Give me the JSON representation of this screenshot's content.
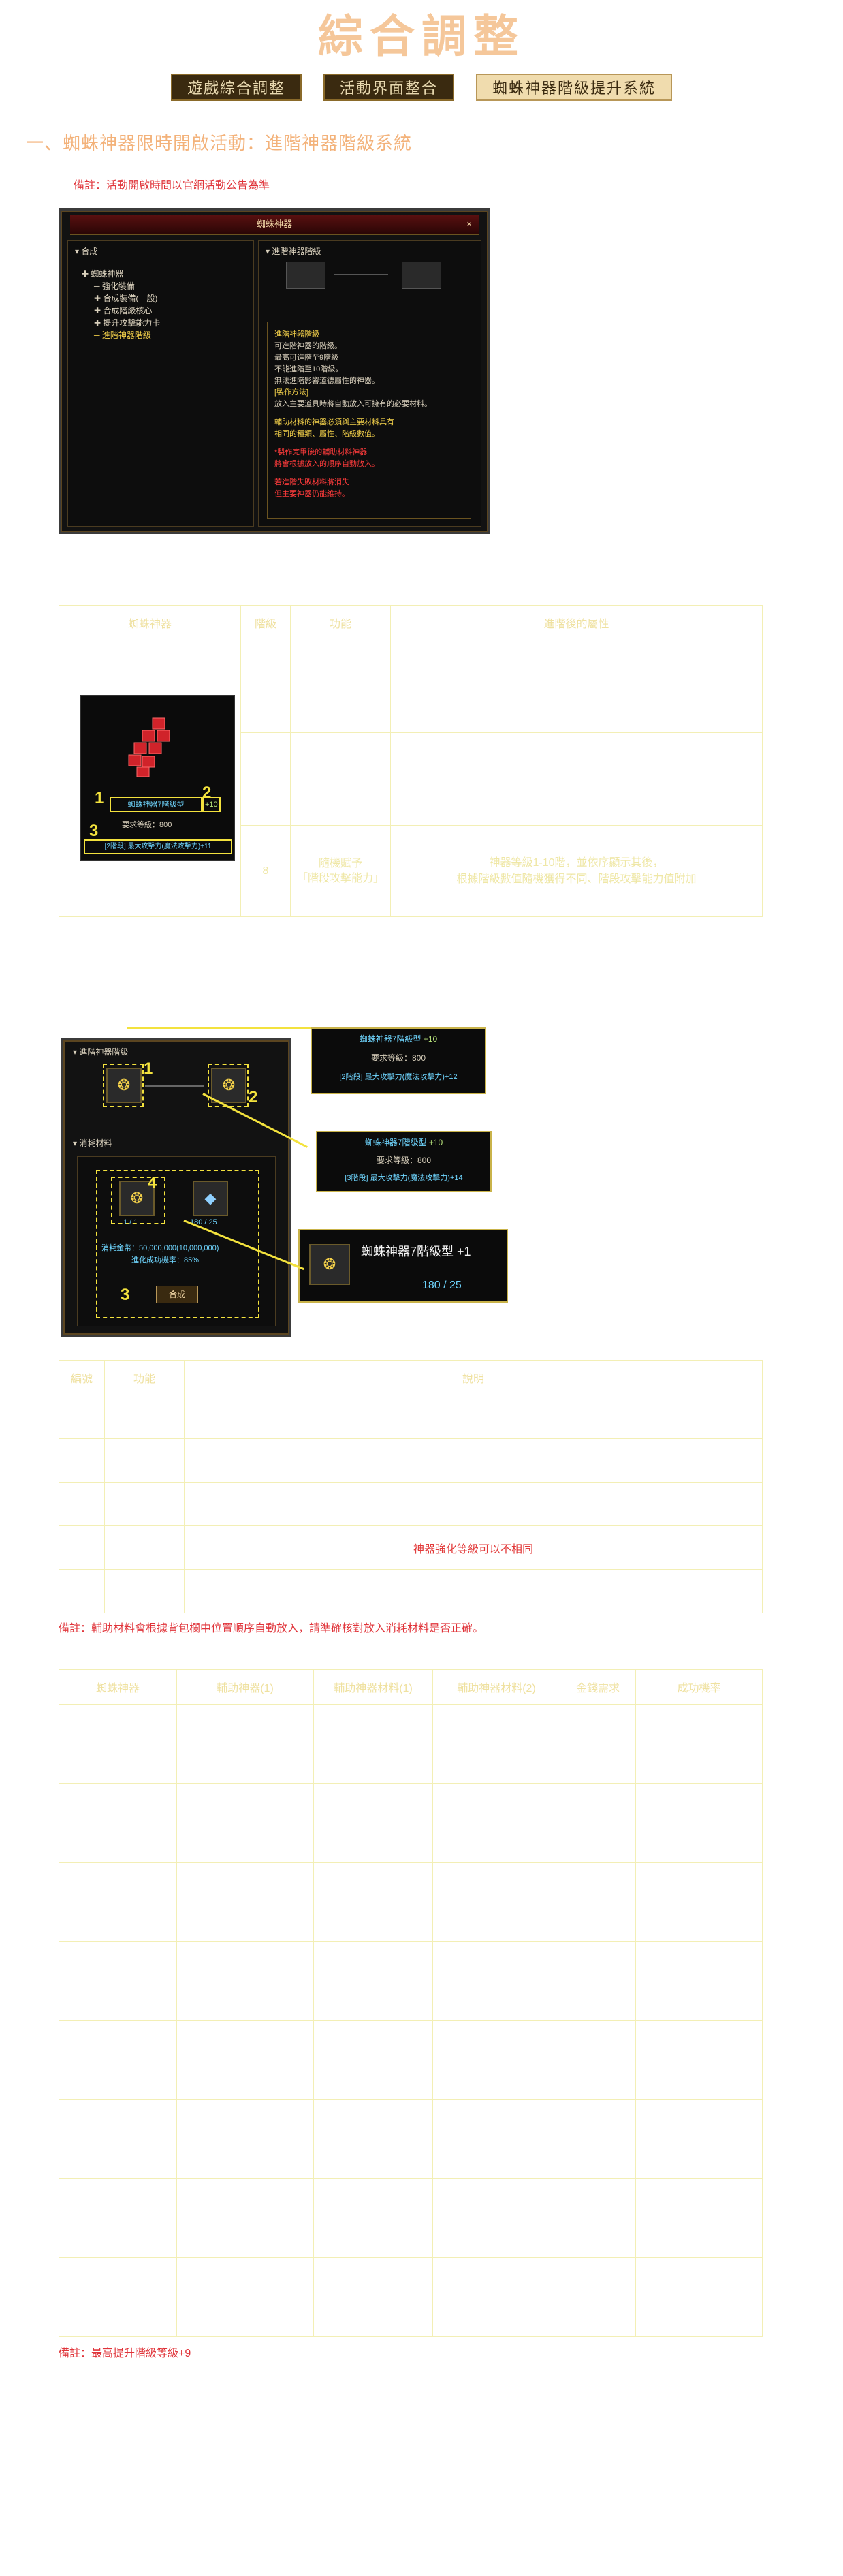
{
  "page": {
    "title": "綜合調整",
    "tabs": [
      "遊戲綜合調整",
      "活動界面整合",
      "蜘蛛神器階級提升系統"
    ],
    "active_tab": 2,
    "section_heading": "一、蜘蛛神器限時開啟活動：進階神器階級系統",
    "note_top": "備註：活動開啟時間以官網活動公告為準",
    "note_mid": "備註：輔助材料會根據背包欄中位置順序自動放入，請準確核對放入消耗材料是否正確。",
    "note_bottom": "備註：最高提升階級等級+9"
  },
  "window1": {
    "title": "蜘蛛神器",
    "close": "×",
    "left_header": "合成",
    "tree": [
      "蜘蛛神器",
      "強化裝備",
      "合成裝備(一般)",
      "合成階級核心",
      "提升攻擊能力卡",
      "進階神器階級"
    ],
    "right_header": "進階神器階級",
    "desc_lines": [
      "進階神器階級",
      "可進階神器的階級。",
      "最高可進階至9階級",
      "不能進階至10階級。",
      "無法進階影響道德屬性的神器。",
      "[製作方法]",
      "放入主要道具時將自動放入可擁有的必要材料。",
      "",
      "輔助材料的神器必須與主要材料具有",
      "相同的種類、屬性、階級數值。",
      "",
      "*製作完畢後的輔助材料神器",
      "將會根據放入的順序自動放入。",
      "",
      "若進階失敗材料將消失",
      "但主要神器仍能維持。"
    ]
  },
  "table1": {
    "headers": [
      "蜘蛛神器",
      "階級",
      "功能",
      "進階後的屬性"
    ],
    "row3": {
      "level": "8",
      "func": "隨機賦予\n「階段攻擊能力」",
      "attr": "神器等級1-10階，並依序顯示其後，\n根據階級數值隨機獲得不同、階段攻擊能力值附加"
    },
    "card": {
      "name": "蜘蛛神器7階級型",
      "level_tag": "+10",
      "req": "要求等級：800",
      "attr": "[2階段] 最大攻擊力(魔法攻擊力)+11",
      "n1": "1",
      "n2": "2",
      "n3": "3"
    }
  },
  "window2": {
    "left_header": "進階神器階級",
    "mat_header": "消耗材料",
    "count_a": "1 / 1",
    "count_b": "180 / 25",
    "cost": "消耗金幣：50,000,000(10,000,000)",
    "rate": "進化成功機率：85%",
    "btn": "合成",
    "n1": "1",
    "n2": "2",
    "n3": "3",
    "n4": "4"
  },
  "tips": {
    "t1": {
      "name": "蜘蛛神器7階級型",
      "lv": "+10",
      "req": "要求等級：800",
      "attr": "[2階段] 最大攻擊力(魔法攻擊力)+12"
    },
    "t2": {
      "name": "蜘蛛神器7階級型",
      "lv": "+10",
      "req": "要求等級：800",
      "attr": "[3階段] 最大攻擊力(魔法攻擊力)+14"
    },
    "t3": {
      "name": "蜘蛛神器7階級型",
      "lv": "+1",
      "count": "180 / 25"
    }
  },
  "table2": {
    "headers": [
      "編號",
      "功能",
      "說明"
    ],
    "red_row": "神器強化等級可以不相同"
  },
  "table3": {
    "headers": [
      "蜘蛛神器",
      "輔助神器(1)",
      "輔助神器材料(1)",
      "輔助神器材料(2)",
      "金錢需求",
      "成功機率"
    ]
  }
}
